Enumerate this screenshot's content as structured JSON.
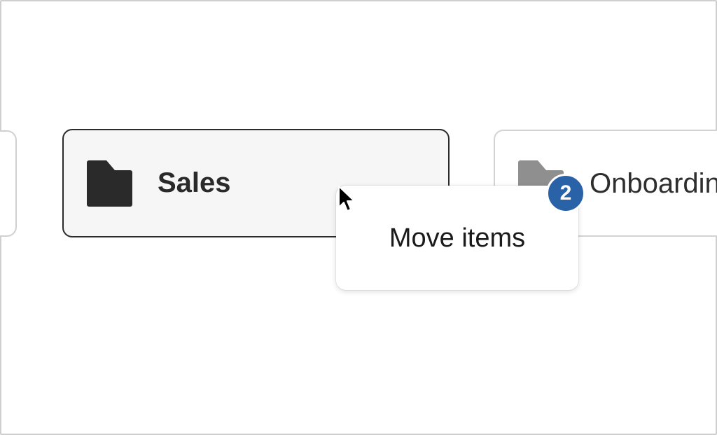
{
  "folders": [
    {
      "name": "",
      "state": "partial"
    },
    {
      "name": "Sales",
      "state": "drop-target-hover"
    },
    {
      "name": "Onboarding",
      "visible_text": "Onboardi",
      "state": "default"
    }
  ],
  "drag": {
    "label": "Move items",
    "count": "2"
  },
  "colors": {
    "badge": "#2962a6",
    "active_border": "#2b2b2b",
    "folder_icon_active": "#2a2a2a",
    "folder_icon_inactive": "#8f8f8f"
  }
}
